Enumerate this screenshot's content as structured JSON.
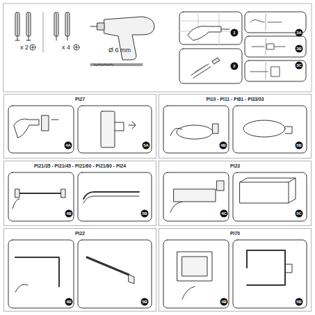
{
  "diagram": {
    "nodes": [
      {
        "text": [
          "PI27"
        ]
      },
      {
        "text": [
          "PI10 - PI11 - PI81 - PI33/03"
        ]
      },
      {
        "text": [
          "PI21/35 - PI21/45 - PI21/60 - PI21/80 - PI24"
        ]
      },
      {
        "text": [
          "PI23"
        ]
      },
      {
        "text": [
          "PI22"
        ]
      },
      {
        "text": [
          "PI70"
        ]
      }
    ],
    "labels": [
      "x 2",
      "x 4",
      "Ø 6 mm",
      "1",
      "2",
      "3A",
      "3B",
      "3C",
      "4A",
      "5A",
      "4B",
      "5B",
      "4B",
      "5B",
      "4C",
      "5C",
      "4B",
      "5B",
      "4B",
      "5B"
    ]
  }
}
